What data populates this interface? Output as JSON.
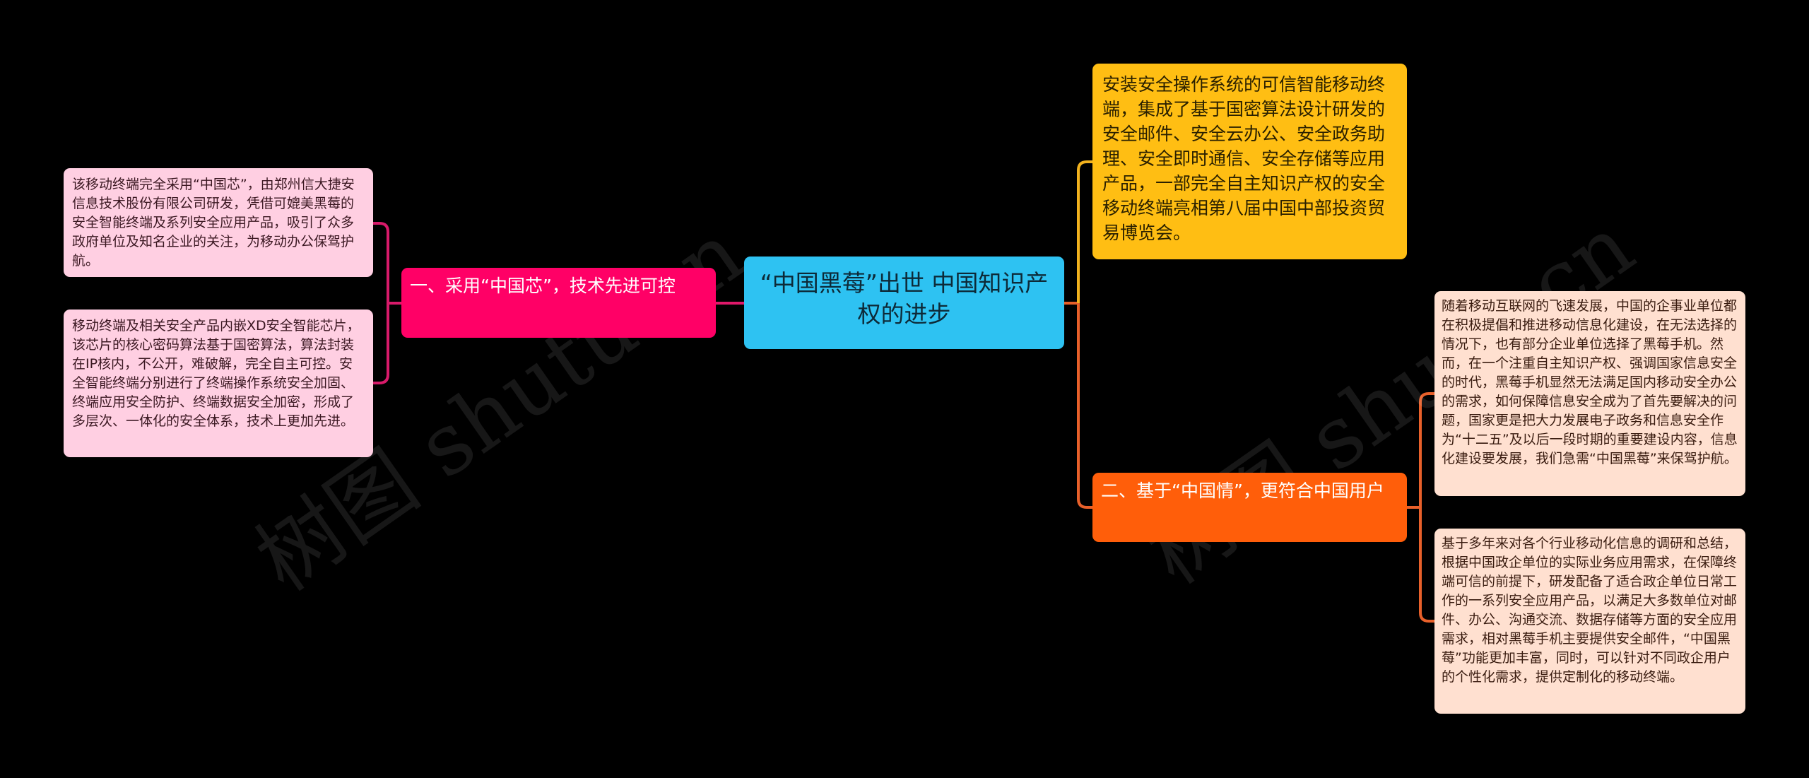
{
  "root": {
    "title": "“中国黑莓”出世 中国知识产权的进步",
    "color": "#2ec2f2"
  },
  "branches": [
    {
      "label": "一、采用“中国芯”，技术先进可控",
      "color": "#ff0066",
      "children": [
        {
          "text": "该移动终端完全采用“中国芯”，由郑州信大捷安信息技术股份有限公司研发，凭借可媲美黑莓的安全智能终端及系列安全应用产品，吸引了众多政府单位及知名企业的关注，为移动办公保驾护航。"
        },
        {
          "text": "移动终端及相关安全产品内嵌XD安全智能芯片，该芯片的核心密码算法基于国密算法，算法封装在IP核内，不公开，难破解，完全自主可控。安全智能终端分别进行了终端操作系统安全加固、终端应用安全防护、终端数据安全加密，形成了多层次、一体化的安全体系，技术上更加先进。"
        }
      ]
    },
    {
      "label": "安装安全操作系统的可信智能移动终端，集成了基于国密算法设计研发的安全邮件、安全云办公、安全政务助理、安全即时通信、安全存储等应用产品，一部完全自主知识产权的安全移动终端亮相第八届中国中部投资贸易博览会。",
      "color": "#ffbe13"
    },
    {
      "label": "二、基于“中国情”，更符合中国用户",
      "color": "#ff5e0a",
      "children": [
        {
          "text": "随着移动互联网的飞速发展，中国的企事业单位都在积极提倡和推进移动信息化建设，在无法选择的情况下，也有部分企业单位选择了黑莓手机。然而，在一个注重自主知识产权、强调国家信息安全的时代，黑莓手机显然无法满足国内移动安全办公的需求，如何保障信息安全成为了首先要解决的问题，国家更是把大力发展电子政务和信息安全作为“十二五”及以后一段时期的重要建设内容，信息化建设要发展，我们急需“中国黑莓”来保驾护航。"
        },
        {
          "text": "基于多年来对各个行业移动化信息的调研和总结，根据中国政企单位的实际业务应用需求，在保障终端可信的前提下，研发配备了适合政企单位日常工作的一系列安全应用产品，以满足大多数单位对邮件、办公、沟通交流、数据存储等方面的安全应用需求，相对黑莓手机主要提供安全邮件，“中国黑莓”功能更加丰富，同时，可以针对不同政企用户的个性化需求，提供定制化的移动终端。"
        }
      ]
    }
  ],
  "watermark": {
    "text_left": "树图 shutu.cn",
    "text_right": "树图 shutu.cn"
  }
}
